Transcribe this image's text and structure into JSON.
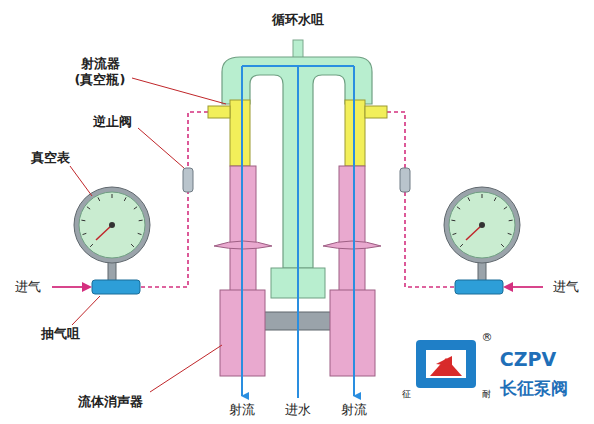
{
  "diagram": {
    "labels": [
      "循环水咀",
      "射流器 (真空瓶)",
      "逆止阀",
      "真空表",
      "进气",
      "抽气咀",
      "流体消声器",
      "射流",
      "进水",
      "射流",
      "进气",
      "®",
      "CZPV",
      "征",
      "耐",
      "长征泵阀"
    ]
  }
}
